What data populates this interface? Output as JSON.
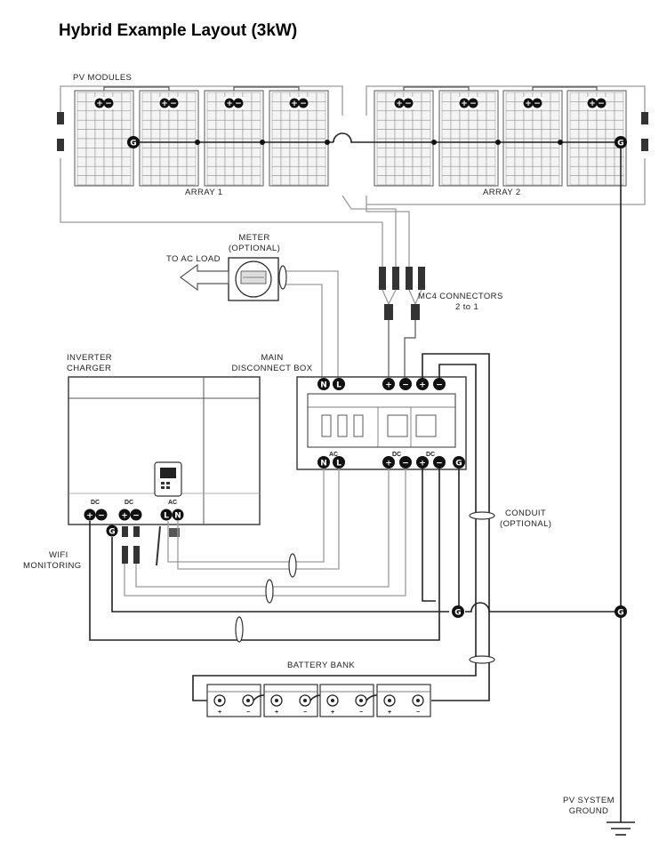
{
  "title": "Hybrid Example Layout (3kW)",
  "labels": {
    "pv_modules": "PV MODULES",
    "array1": "ARRAY 1",
    "array2": "ARRAY 2",
    "meter_line1": "METER",
    "meter_line2": "(OPTIONAL)",
    "to_ac_load": "TO AC LOAD",
    "mc4_line1": "MC4 CONNECTORS",
    "mc4_line2": "2 to 1",
    "inverter_line1": "INVERTER",
    "inverter_line2": "CHARGER",
    "disconnect_line1": "MAIN",
    "disconnect_line2": "DISCONNECT BOX",
    "conduit_line1": "CONDUIT",
    "conduit_line2": "(OPTIONAL)",
    "wifi_line1": "WIFI",
    "wifi_line2": "MONITORING",
    "battery_bank": "BATTERY BANK",
    "ground_line1": "PV SYSTEM",
    "ground_line2": "GROUND",
    "dc": "DC",
    "ac": "AC"
  },
  "terminals": {
    "plus": "+",
    "minus": "−",
    "ground": "G",
    "neutral": "N",
    "line": "L"
  },
  "colors": {
    "wire": "#222222",
    "conduit_gray": "#9a9a9a",
    "panel": "#f4f4f4"
  }
}
